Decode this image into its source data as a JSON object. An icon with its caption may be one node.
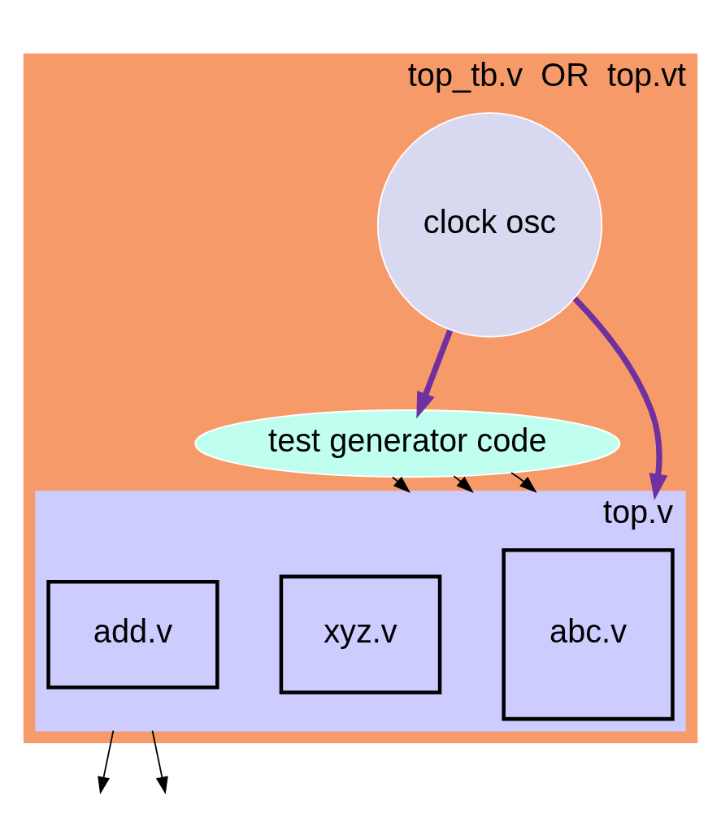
{
  "diagram": {
    "nodes": [
      {
        "text": [
          "top_tb.v  OR  top.vt"
        ]
      },
      {
        "text": [
          "test generator code"
        ],
        "in": 0
      },
      {
        "text": [
          "clock osc"
        ],
        "in": 0
      },
      {
        "text": [
          "top.v"
        ],
        "in": 0
      },
      {
        "text": [
          "abc.v"
        ],
        "in": 3
      },
      {
        "text": [
          "xyz.v"
        ],
        "in": 3
      },
      {
        "text": [
          "add.v"
        ],
        "in": 3
      }
    ],
    "edges": [
      {
        "from": 2,
        "to": 1,
        "arrow": "to",
        "style": "thick",
        "color": "#7030a0"
      },
      {
        "from": 2,
        "to": 3,
        "arrow": "to",
        "style": "thick",
        "color": "#7030a0"
      },
      {
        "from": 1,
        "to": 3,
        "arrow": "to"
      },
      {
        "from": 1,
        "to": 3,
        "arrow": "to"
      },
      {
        "from": 1,
        "to": 3,
        "arrow": "to"
      },
      {
        "from": 3,
        "to": null,
        "arrow": "to"
      },
      {
        "from": 3,
        "to": null,
        "arrow": "to"
      }
    ]
  }
}
